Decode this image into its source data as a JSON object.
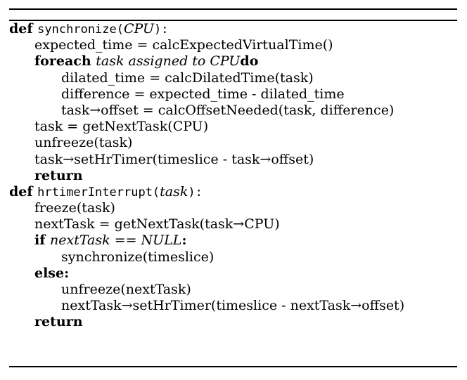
{
  "lines": [
    {
      "indent": 0,
      "parts": [
        {
          "style": "kw",
          "text": "def "
        },
        {
          "style": "tt",
          "text": "synchronize("
        },
        {
          "style": "math",
          "text": "CPU"
        },
        {
          "style": "tt",
          "text": "):"
        }
      ]
    },
    {
      "indent": 1,
      "parts": [
        {
          "style": "txt",
          "text": "expected_time = calcExpectedVirtualTime()"
        }
      ]
    },
    {
      "indent": 1,
      "parts": [
        {
          "style": "kw",
          "text": "foreach "
        },
        {
          "style": "math",
          "text": "task assigned to CPU"
        },
        {
          "style": "kw",
          "text": "do"
        }
      ]
    },
    {
      "indent": 2,
      "parts": [
        {
          "style": "txt",
          "text": "dilated_time = calcDilatedTime(task)"
        }
      ]
    },
    {
      "indent": 2,
      "parts": [
        {
          "style": "txt",
          "text": "difference = expected_time - dilated_time"
        }
      ]
    },
    {
      "indent": 2,
      "parts": [
        {
          "style": "txt",
          "text": "task→offset = calcOffsetNeeded(task, difference)"
        }
      ]
    },
    {
      "indent": 1,
      "parts": [
        {
          "style": "txt",
          "text": "task = getNextTask(CPU)"
        }
      ]
    },
    {
      "indent": 1,
      "parts": [
        {
          "style": "txt",
          "text": "unfreeze(task)"
        }
      ]
    },
    {
      "indent": 1,
      "parts": [
        {
          "style": "txt",
          "text": "task→setHrTimer(timeslice - task→offset)"
        }
      ]
    },
    {
      "indent": 1,
      "parts": [
        {
          "style": "kw",
          "text": "return"
        }
      ]
    },
    {
      "indent": 0,
      "parts": [
        {
          "style": "kw",
          "text": "def "
        },
        {
          "style": "tt",
          "text": "hrtimerInterrupt("
        },
        {
          "style": "math",
          "text": "task"
        },
        {
          "style": "tt",
          "text": "):"
        }
      ]
    },
    {
      "indent": 1,
      "parts": [
        {
          "style": "txt",
          "text": "freeze(task)"
        }
      ]
    },
    {
      "indent": 1,
      "parts": [
        {
          "style": "txt",
          "text": "nextTask = getNextTask(task→CPU)"
        }
      ]
    },
    {
      "indent": 1,
      "parts": [
        {
          "style": "kw",
          "text": "if "
        },
        {
          "style": "math",
          "text": "nextTask == NULL"
        },
        {
          "style": "kw",
          "text": ":"
        }
      ]
    },
    {
      "indent": 2,
      "parts": [
        {
          "style": "txt",
          "text": "synchronize(timeslice)"
        }
      ]
    },
    {
      "indent": 1,
      "parts": [
        {
          "style": "kw",
          "text": "else:"
        }
      ]
    },
    {
      "indent": 2,
      "parts": [
        {
          "style": "txt",
          "text": "unfreeze(nextTask)"
        }
      ]
    },
    {
      "indent": 2,
      "parts": [
        {
          "style": "txt",
          "text": "nextTask→setHrTimer(timeslice - nextTask→offset)"
        }
      ]
    },
    {
      "indent": 1,
      "parts": [
        {
          "style": "kw",
          "text": "return"
        }
      ]
    }
  ]
}
